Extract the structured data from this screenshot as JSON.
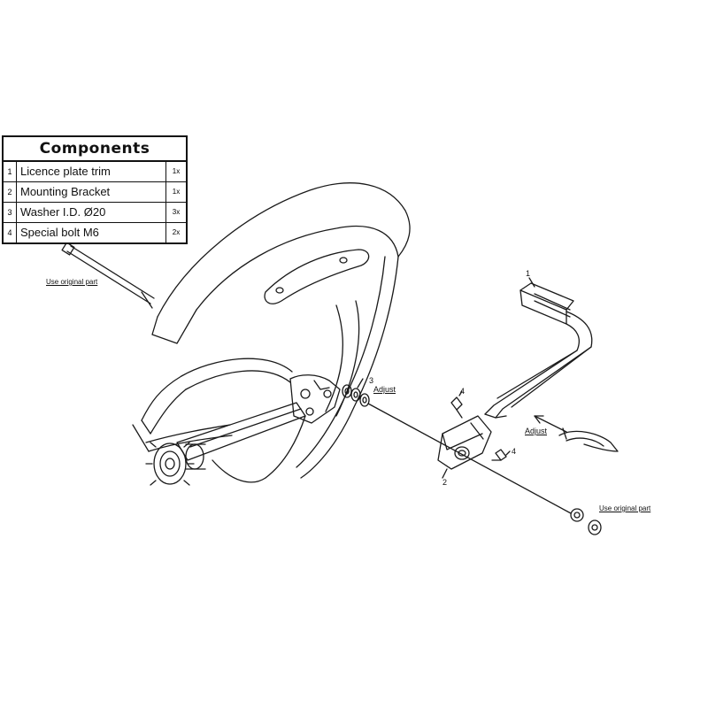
{
  "components": {
    "title": "Components",
    "rows": [
      {
        "num": "1",
        "name": "Licence plate trim",
        "qty": "1x"
      },
      {
        "num": "2",
        "name": "Mounting Bracket",
        "qty": "1x"
      },
      {
        "num": "3",
        "name": "Washer I.D. Ø20",
        "qty": "3x"
      },
      {
        "num": "4",
        "name": "Special bolt M6",
        "qty": "2x"
      }
    ]
  },
  "labels": {
    "use_original_left": "Use original part",
    "use_original_right": "Use original part",
    "adjust_washer": "Adjust",
    "adjust_trim": "Adjust",
    "callout_1": "1",
    "callout_2": "2",
    "callout_3": "3",
    "callout_4a": "4",
    "callout_4b": "4"
  }
}
